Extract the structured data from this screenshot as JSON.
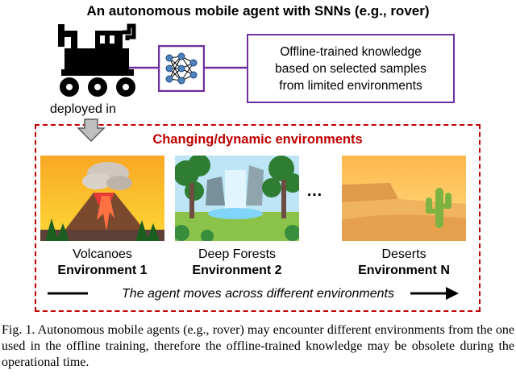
{
  "title": "An autonomous mobile agent with SNNs (e.g., rover)",
  "knowledge_box": {
    "lines": [
      "Offline-trained knowledge",
      "based on selected samples",
      "from limited environments"
    ]
  },
  "deployed_label": "deployed in",
  "environments_title": "Changing/dynamic environments",
  "environments": [
    {
      "name": "Volcanoes",
      "label": "Environment 1",
      "icon": "volcano-scene"
    },
    {
      "name": "Deep Forests",
      "label": "Environment 2",
      "icon": "forest-waterfall-scene"
    },
    {
      "name": "Deserts",
      "label": "Environment N",
      "icon": "desert-cactus-scene"
    }
  ],
  "ellipsis": "…",
  "moves_text": "The agent moves across different environments",
  "caption": "Fig. 1.   Autonomous mobile agents (e.g., rover) may encounter different environments from the one used in the offline training, therefore the offline-trained knowledge may be obsolete during the operational time.",
  "colors": {
    "knowledge_border": "#7030a0",
    "env_border": "#c00000",
    "env_title": "#c00000",
    "connector": "#7030a0"
  }
}
